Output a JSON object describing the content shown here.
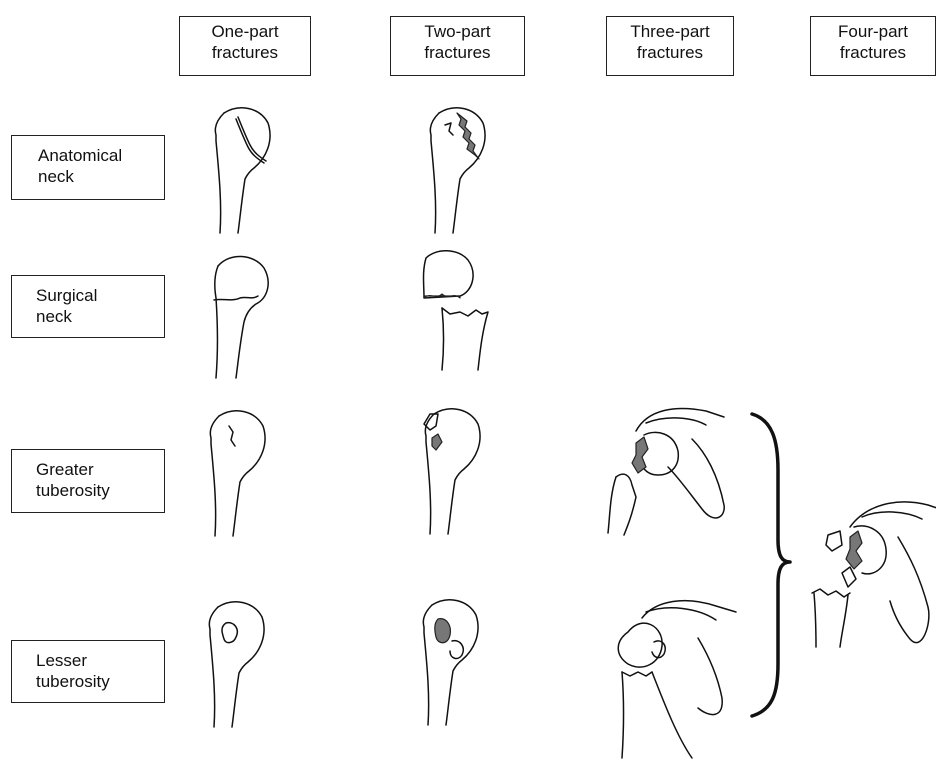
{
  "column_headers": [
    {
      "line1": "One-part",
      "line2": "fractures"
    },
    {
      "line1": "Two-part",
      "line2": "fractures"
    },
    {
      "line1": "Three-part",
      "line2": "fractures"
    },
    {
      "line1": "Four-part",
      "line2": "fractures"
    }
  ],
  "row_labels": [
    {
      "line1": "Anatomical",
      "line2": "neck"
    },
    {
      "line1": "Surgical",
      "line2": "neck"
    },
    {
      "line1": "Greater",
      "line2": "tuberosity"
    },
    {
      "line1": "Lesser",
      "line2": "tuberosity"
    }
  ]
}
